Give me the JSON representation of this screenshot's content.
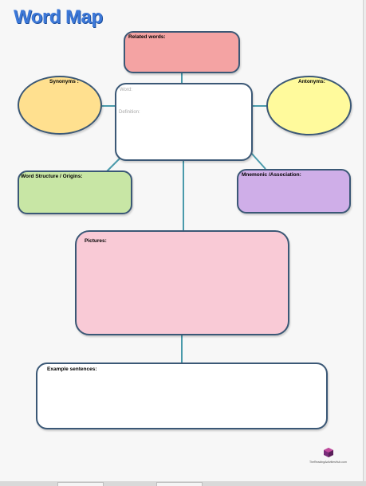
{
  "title": "Word Map",
  "boxes": {
    "related": {
      "label": "Related words:",
      "color": "#f4a3a3"
    },
    "synonyms": {
      "label": "Synonyms :",
      "color": "#ffe08f"
    },
    "antonyms": {
      "label": "Antonyms:",
      "color": "#fffa9c"
    },
    "center": {
      "word_label": "Word:",
      "definition_label": "Definition:",
      "color": "#ffffff"
    },
    "structure": {
      "label": "Word Structure / Origins:",
      "color": "#c8e6a5"
    },
    "mnemonic": {
      "label": "Mnemonic /Association:",
      "color": "#cfaee8"
    },
    "pictures": {
      "label": "Pictures:",
      "color": "#f9cad6"
    },
    "examples": {
      "label": "Example sentences:",
      "color": "#ffffff"
    }
  },
  "footer": "TheReadingActivitiesHub.com",
  "colors": {
    "title": "#3c78d8",
    "connector": "#4a9aab",
    "border": "#3b5876"
  }
}
